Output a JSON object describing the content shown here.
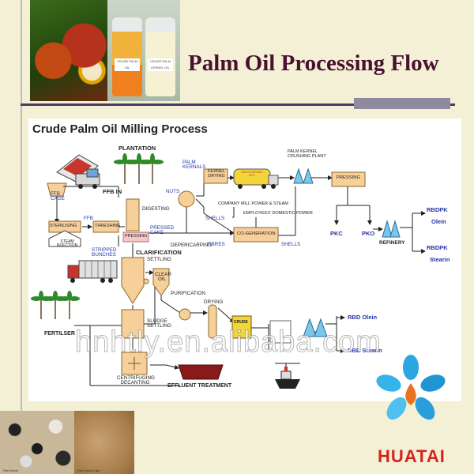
{
  "header": {
    "title": "Palm Oil Processing Flow",
    "jar_labels": [
      "CRUDE PALM OIL",
      "CRUDE PALM KERNEL OIL"
    ]
  },
  "diagram": {
    "title": "Crude Palm Oil Milling Process",
    "labels": {
      "plantation": "PLANTATION",
      "ffb_in": "FFB IN",
      "ffb_cage": "FFB CAGE",
      "sterilising": "STERILISING",
      "ffb": "FFB",
      "threshing": "THRESHING",
      "steam_injection": "STEAM INJECTION",
      "stripped_bunches": "STRIPPED BUNCHES",
      "digesting": "DIGESTING",
      "pressed_cake": "PRESSED CAKE",
      "pressing": "PRESSING",
      "nuts": "NUTS",
      "palm_kernals": "PALM KERNALS",
      "kernel_drying": "KERNEL DRYING",
      "kernel_truck": "PALM KERNEL OUT",
      "crushing_plant": "PALM KERNEL CRUSHING PLANT",
      "pressing2": "PRESSING",
      "mill_power": "COMPANY MILL POWER & STEAM",
      "shells": "SHELLS",
      "employees_power": "EMPLOYEES' DOMESTIC POWER",
      "depericarping": "DEPERICARPING",
      "fibres": "FIBRES",
      "cogeneration": "CO-GENERATION",
      "shells2": "SHELLS",
      "pkc": "PKC",
      "pko": "PKO",
      "refinery": "REFINERY",
      "rbdpk1": "RBDPK",
      "olein": "Olein",
      "rbdpk2": "RBDPK",
      "stearin": "Stearin",
      "clarification": "CLARIFICATION",
      "settling": "SETTLING",
      "clear_oil": "CLEAR OIL",
      "purification": "PURIFICATION",
      "drying": "DRYING",
      "fertilser": "FERTILSER",
      "sludge_settling": "SLUDGE SETTLING",
      "crude": "CRUDE",
      "rbd_olein": "RBD Olein",
      "rbd_stearin": "RBD Stearin",
      "centrifuging": "CENTRIFUGING DECANTING",
      "effluent": "EFFLUENT TREATMENT"
    }
  },
  "watermark": "hnhtly.en.alibaba.com",
  "brand": {
    "name": "HUATAI",
    "petal_colors": [
      "#2aa6e0",
      "#36b3e8",
      "#1f95d4",
      "#4fc0ef",
      "#2a9edc"
    ],
    "drop_color": "#e8731c"
  },
  "photo_captions": [
    "Palm Kernel",
    "Palm Kernel Cake"
  ]
}
